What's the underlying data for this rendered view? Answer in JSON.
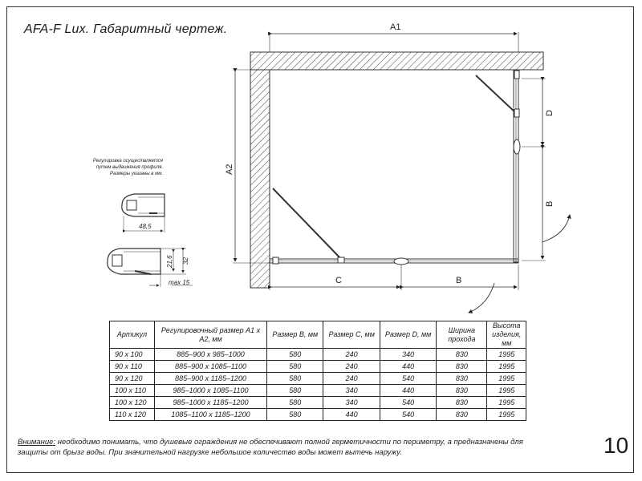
{
  "title": "AFA-F Lux. Габаритный чертеж.",
  "dimensions": {
    "a1": "A1",
    "a2": "A2",
    "b": "B",
    "c": "C",
    "d": "D"
  },
  "profile_note": [
    "Регулировка осуществляется",
    "путем выдвижения профиля.",
    "Размеры указаны в мм."
  ],
  "profile_dims": {
    "width": "48,5",
    "height_inner": "21,6",
    "height_outer": "32",
    "max": "max 15"
  },
  "table": {
    "headers": [
      "Артикул",
      "Регулировочный размер A1 x A2, мм",
      "Размер B, мм",
      "Размер C, мм",
      "Размер D, мм",
      "Ширина прохода",
      "Высота изделия, мм"
    ],
    "rows": [
      [
        "90 x 100",
        "885–900 x 985–1000",
        "580",
        "240",
        "340",
        "830",
        "1995"
      ],
      [
        "90 x 110",
        "885–900 x 1085–1100",
        "580",
        "240",
        "440",
        "830",
        "1995"
      ],
      [
        "90 x 120",
        "885–900 x 1185–1200",
        "580",
        "240",
        "540",
        "830",
        "1995"
      ],
      [
        "100 x 110",
        "985–1000 x 1085–1100",
        "580",
        "340",
        "440",
        "830",
        "1995"
      ],
      [
        "100 x 120",
        "985–1000 x 1185–1200",
        "580",
        "340",
        "540",
        "830",
        "1995"
      ],
      [
        "110 x 120",
        "1085–1100 x 1185–1200",
        "580",
        "440",
        "540",
        "830",
        "1995"
      ]
    ]
  },
  "warning": {
    "label": "Внимание:",
    "text": " необходимо понимать, что душевые ограждения не обеспечивают полной герметичности по периметру, а предназначены для защиты от брызг воды. При значительной нагрузке небольшое количество воды может вытечь наружу."
  },
  "page_number": "10"
}
